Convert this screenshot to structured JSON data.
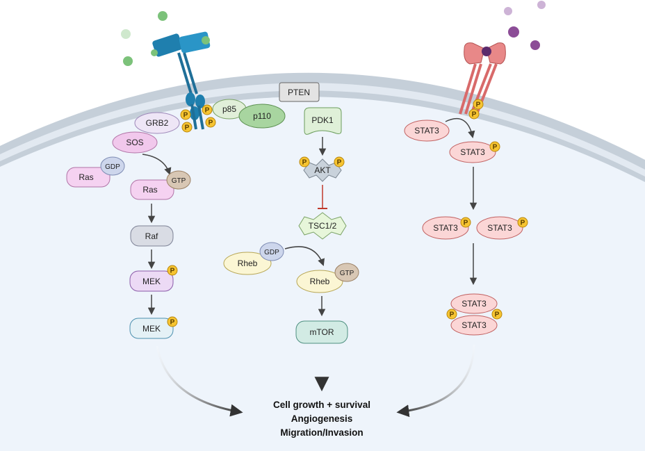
{
  "membrane": {
    "color_outer": "#c9d3dc",
    "color_inner": "#edf3fa"
  },
  "rtk_pathway": {
    "receptor_color": "#1f7fae",
    "ligand_color": "#7cc27a",
    "grb2": "GRB2",
    "sos": "SOS",
    "ras_inactive": "Ras",
    "gdp": "GDP",
    "ras_active": "Ras",
    "gtp": "GTP",
    "raf": "Raf",
    "mek_1": "MEK",
    "mek_2": "MEK"
  },
  "pi3k_pathway": {
    "p85": "p85",
    "p110": "p110",
    "pten": "PTEN",
    "pdk1": "PDK1",
    "akt": "AKT",
    "tsc": "TSC1/2",
    "rheb_inactive": "Rheb",
    "gdp": "GDP",
    "rheb_active": "Rheb",
    "gtp": "GTP",
    "mtor": "mTOR"
  },
  "jak_stat_pathway": {
    "receptor_color": "#e07a7a",
    "ligand_color": "#8c4d97",
    "stat3_a": "STAT3",
    "stat3_b": "STAT3",
    "stat3_c": "STAT3",
    "stat3_d": "STAT3",
    "stat3_dimer_top": "STAT3",
    "stat3_dimer_bottom": "STAT3"
  },
  "phospho_label": "P",
  "outcomes": {
    "line1": "Cell growth + survival",
    "line2": "Angiogenesis",
    "line3": "Migration/Invasion"
  }
}
